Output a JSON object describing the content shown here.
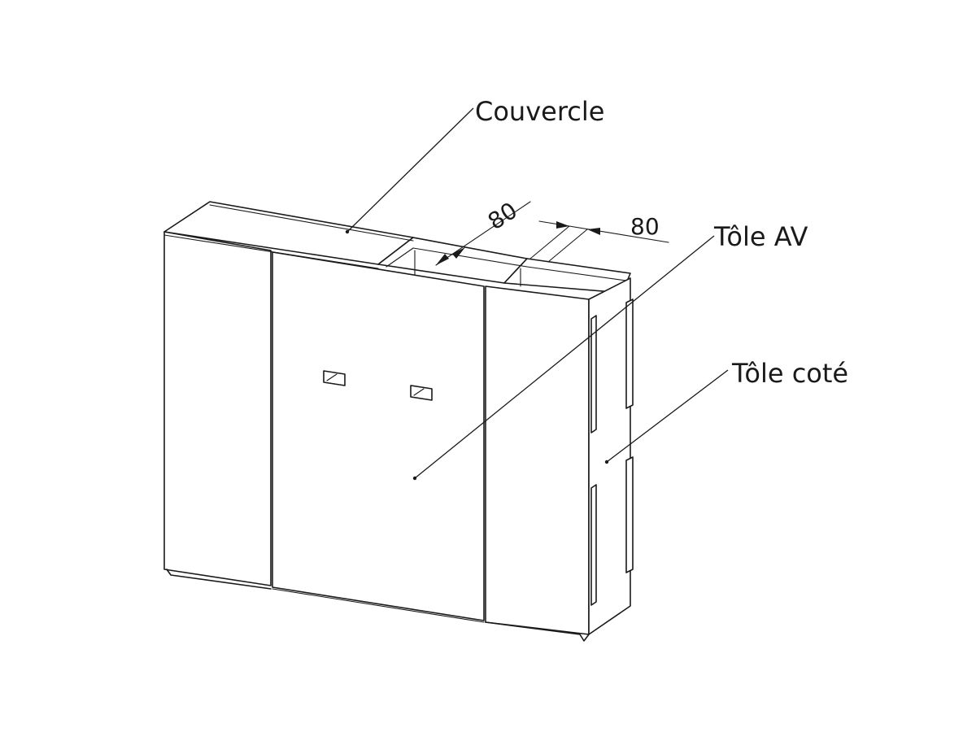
{
  "labels": {
    "couvercle": "Couvercle",
    "tole_av": "Tôle AV",
    "tole_cote": "Tôle coté"
  },
  "dimensions": {
    "gap_left": "80",
    "gap_right": "80"
  },
  "colors": {
    "line": "#1a1a1a",
    "background": "#ffffff"
  }
}
